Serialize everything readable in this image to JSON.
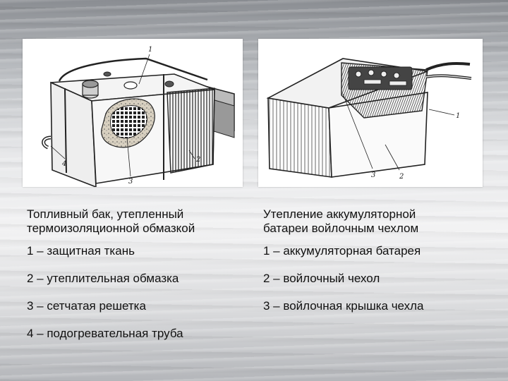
{
  "figures": {
    "left": {
      "callouts": [
        "1",
        "2",
        "3",
        "4"
      ]
    },
    "right": {
      "callouts": [
        "1",
        "2",
        "3"
      ]
    }
  },
  "left": {
    "heading_line1": "Топливный бак, утепленный",
    "heading_line2": "термоизоляционной обмазкой",
    "items": [
      "1 – защитная ткань",
      "2 – утеплительная обмазка",
      "3 – сетчатая решетка",
      "4 – подогревательная труба"
    ]
  },
  "right": {
    "heading_line1": "Утепление аккумуляторной",
    "heading_line2": "батареи войлочным чехлом",
    "items": [
      "1 – аккумуляторная батарея",
      "2 – войлочный чехол",
      "3 – войлочная крышка чехла"
    ]
  }
}
